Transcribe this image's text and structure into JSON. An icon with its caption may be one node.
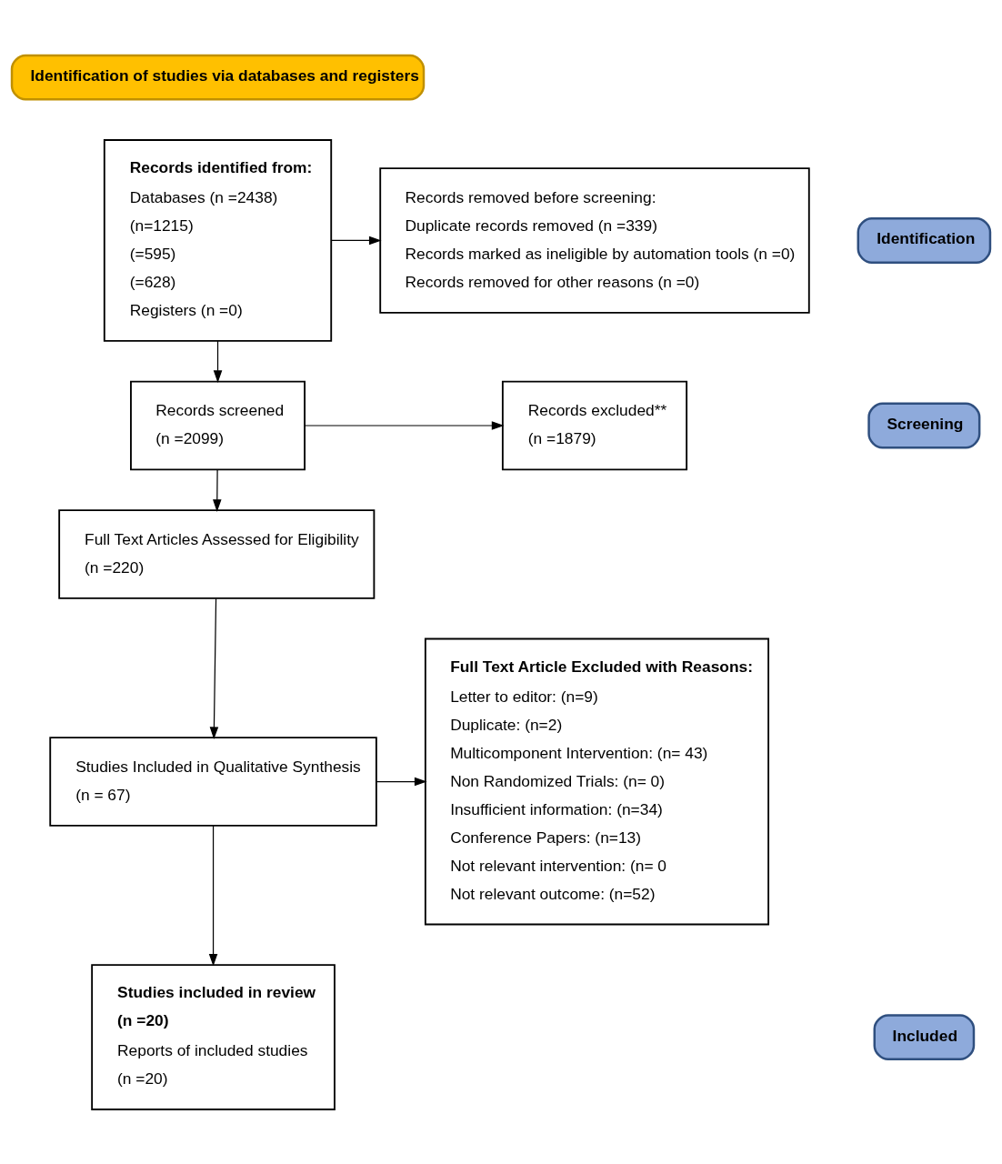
{
  "diagram": {
    "nodes": [
      {
        "text": [
          "Identification of studies via databases and registers"
        ]
      },
      {
        "text": [
          "Identification"
        ]
      },
      {
        "text": [
          "Records identified from:",
          "Databases (n =2438)",
          "(n=1215)",
          "(=595)",
          "(=628)",
          "Registers (n =0)"
        ]
      },
      {
        "text": [
          "Records removed before screening:",
          "Duplicate records removed (n =339)",
          "Records marked as ineligible by automation tools (n =0)",
          "Records removed for other reasons (n =0)"
        ]
      },
      {
        "text": [
          "Screening"
        ]
      },
      {
        "text": [
          "Records screened",
          "(n =2099)"
        ]
      },
      {
        "text": [
          "Records excluded**",
          "(n =1879)"
        ]
      },
      {
        "text": [
          "Full Text Articles Assessed for Eligibility",
          "(n =220)"
        ]
      },
      {
        "text": [
          "Studies Included in Qualitative Synthesis",
          "(n = 67)"
        ]
      },
      {
        "text": [
          "Full Text Article Excluded with Reasons:",
          "Letter to editor: (n=9)",
          "Duplicate: (n=2)",
          "Multicomponent Intervention: (n= 43)",
          "Non Randomized Trials: (n= 0)",
          "Insufficient information: (n=34)",
          "Conference Papers: (n=13)",
          "Not relevant intervention: (n= 0",
          "Not relevant outcome: (n=52)"
        ]
      },
      {
        "text": [
          "Included"
        ]
      },
      {
        "text": [
          "Studies included in review",
          "(n =20)",
          "Reports of included studies",
          "(n =20)"
        ]
      }
    ],
    "edges": [
      {
        "from": 2,
        "to": 3,
        "arrow": "to"
      },
      {
        "from": 2,
        "to": 5,
        "arrow": "to"
      },
      {
        "from": 5,
        "to": 6,
        "arrow": "to"
      },
      {
        "from": 5,
        "to": 7,
        "arrow": "to"
      },
      {
        "from": 7,
        "to": 8,
        "arrow": "to"
      },
      {
        "from": 8,
        "to": 9,
        "arrow": "to"
      },
      {
        "from": 8,
        "to": 11,
        "arrow": "to"
      }
    ]
  }
}
